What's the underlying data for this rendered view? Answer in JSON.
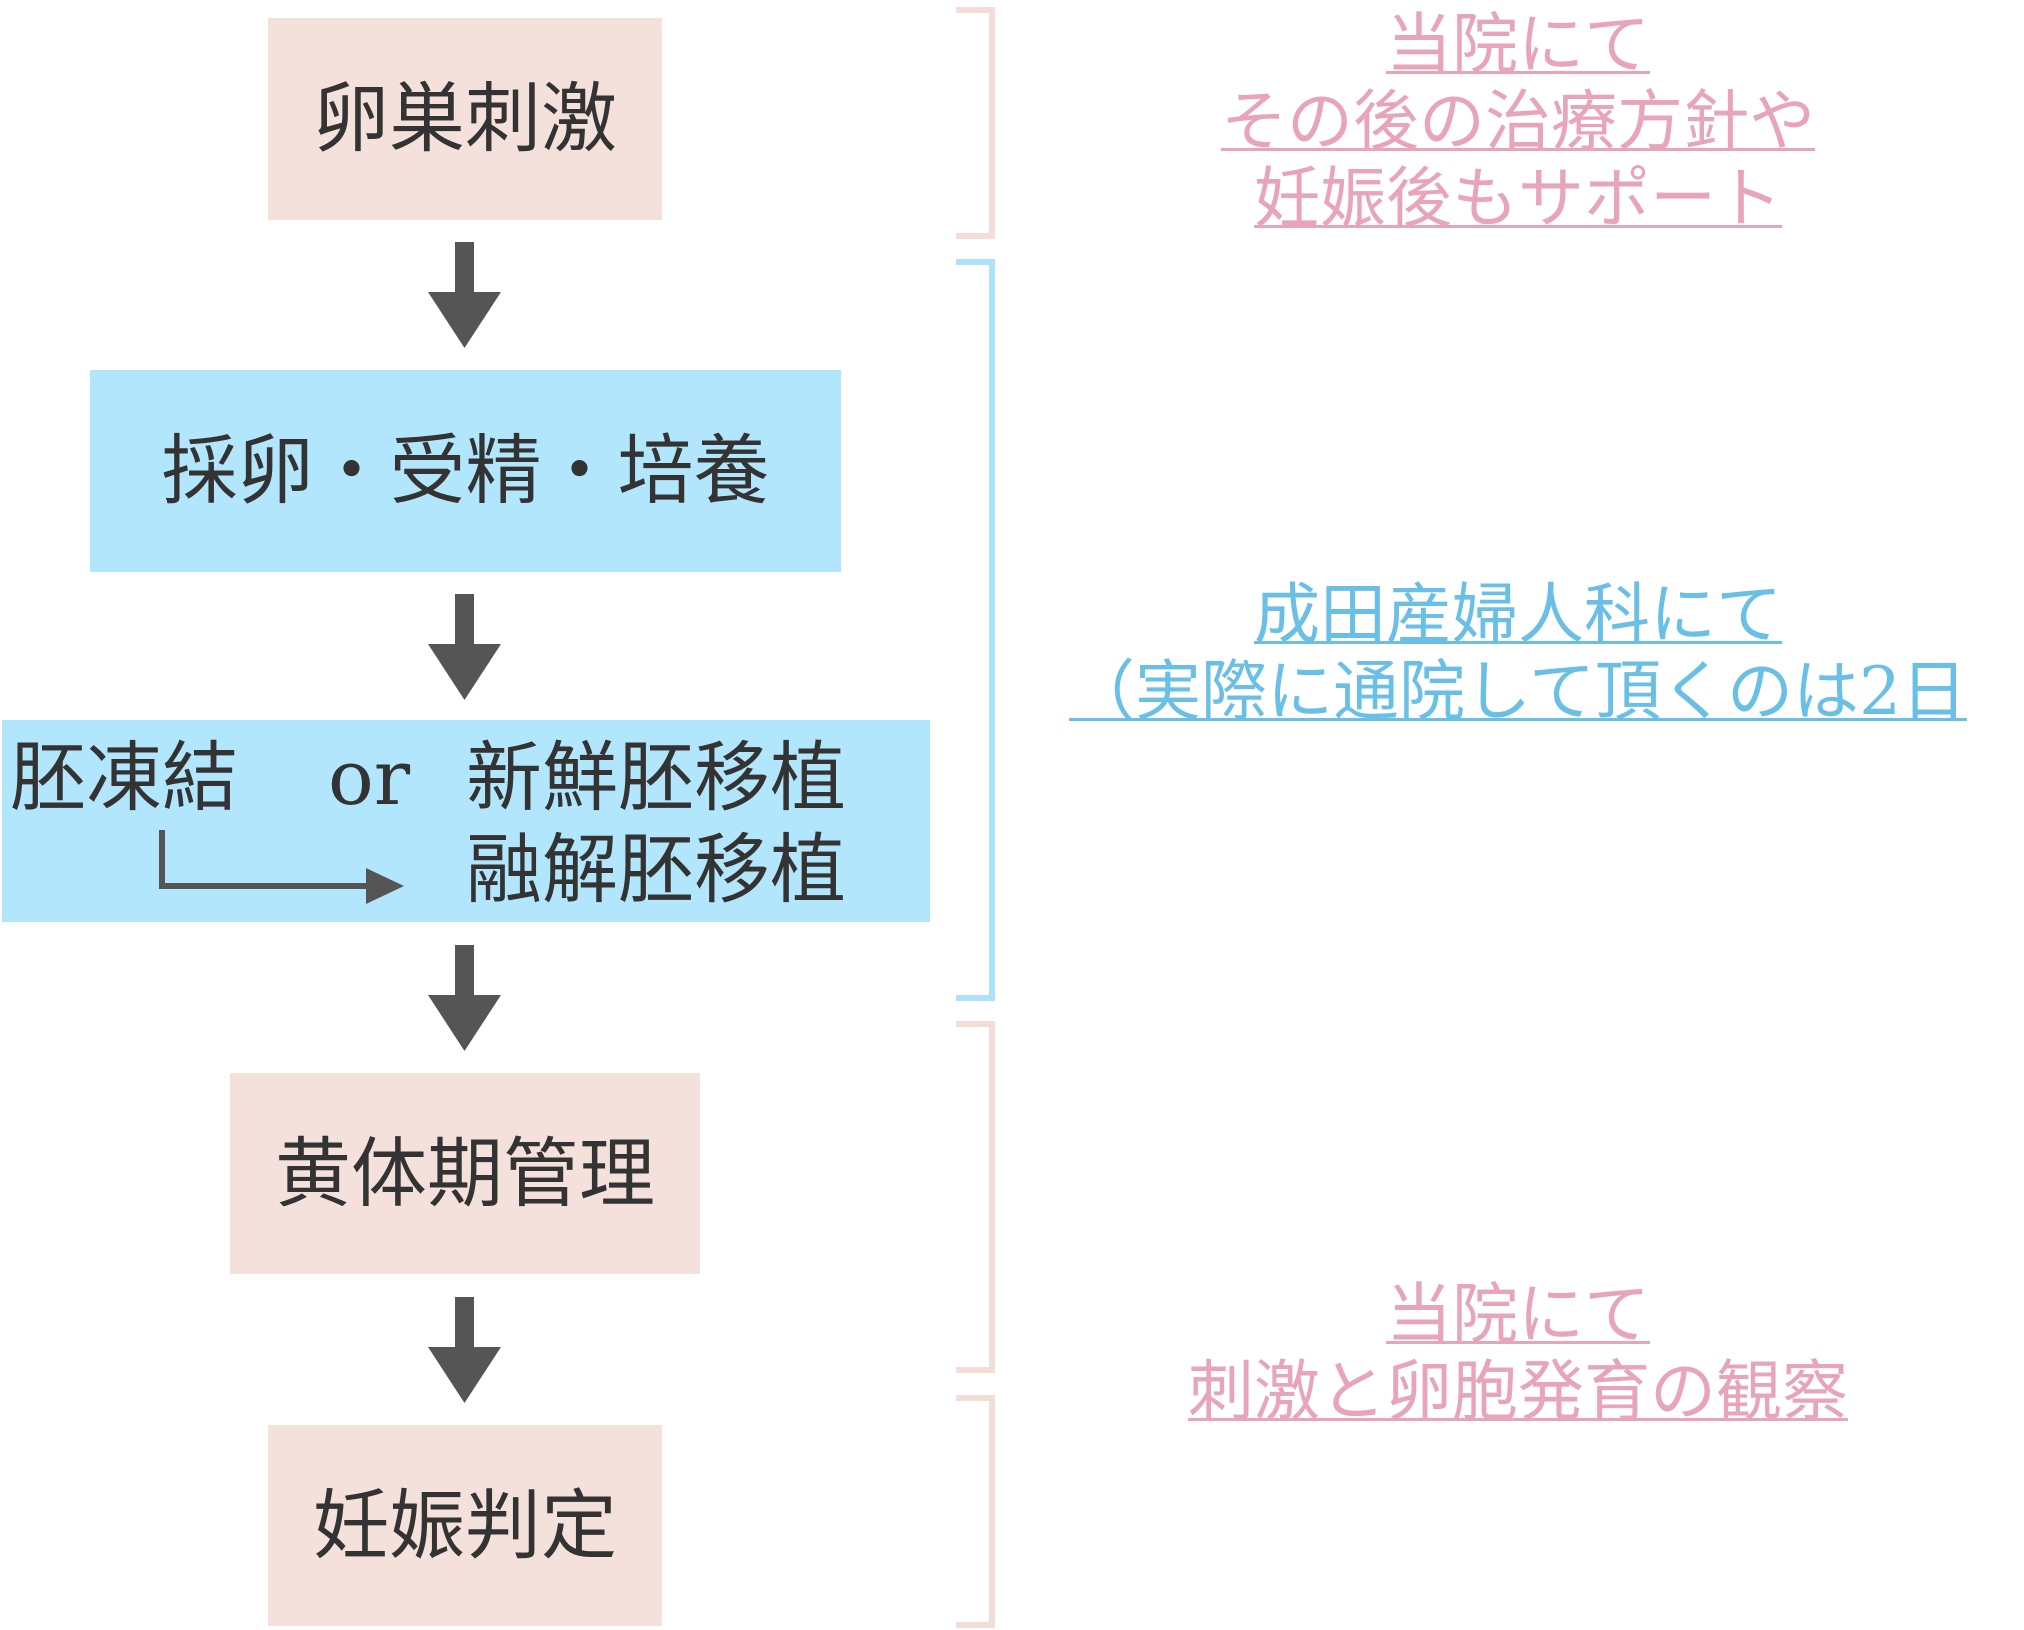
{
  "colors": {
    "pink_box": "#f5e1dc",
    "blue_box": "#b2e6fc",
    "arrow": "#555555",
    "pink_text": "#e8a5b8",
    "blue_text": "#69bfe6",
    "pink_bracket": "#f5ddd7",
    "blue_bracket": "#aee2f8"
  },
  "steps": {
    "ovarian_stimulation": "卵巣刺激",
    "retrieval": "採卵・受精・培養",
    "freeze": "胚凍結",
    "or": "or",
    "fresh_transfer": "新鮮胚移植",
    "thaw_transfer": "融解胚移植",
    "luteal": "黄体期管理",
    "pregnancy_test": "妊娠判定"
  },
  "notes": {
    "top": [
      "当院にて",
      "その後の治療方針や",
      "妊娠後もサポート"
    ],
    "middle": [
      "成田産婦人科にて",
      "（実際に通院して頂くのは2日"
    ],
    "bottom": [
      "当院にて",
      "刺激と卵胞発育の観察"
    ]
  }
}
